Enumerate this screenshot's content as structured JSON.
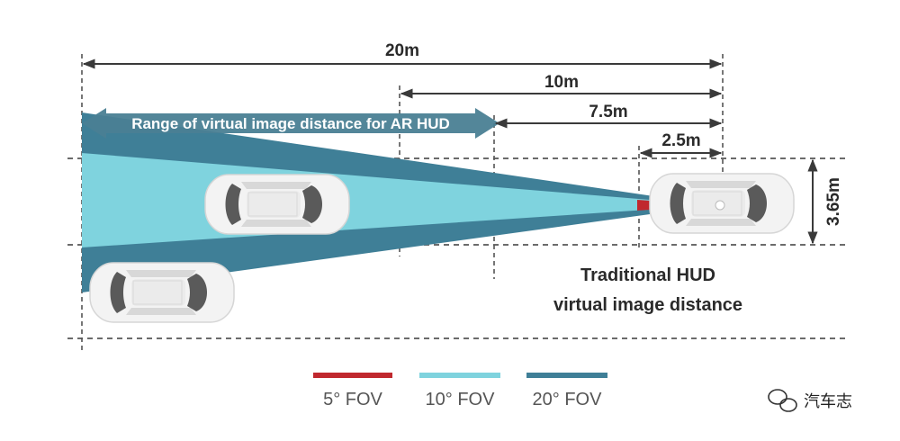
{
  "dimensions": {
    "total": "20m",
    "ar_far": "10m",
    "ar_near": "7.5m",
    "traditional": "2.5m",
    "lane_width": "3.65m"
  },
  "range_arrow": {
    "label": "Range of virtual image distance for AR HUD"
  },
  "traditional_hud": {
    "line1": "Traditional HUD",
    "line2": "virtual image distance"
  },
  "legend": [
    {
      "label": "5° FOV",
      "color": "#c0282e"
    },
    {
      "label": "10° FOV",
      "color": "#7fd3de"
    },
    {
      "label": "20° FOV",
      "color": "#3f7f97"
    }
  ],
  "colors": {
    "fov_5": "#c0282e",
    "fov_10": "#7fd3de",
    "fov_20": "#3f7f97",
    "car_body": "#f2f2f2",
    "car_glass": "#5a5a5a",
    "arrow_bg": "#4a7f94"
  },
  "watermark": {
    "icon": "wechat-icon",
    "text": "汽车志"
  }
}
